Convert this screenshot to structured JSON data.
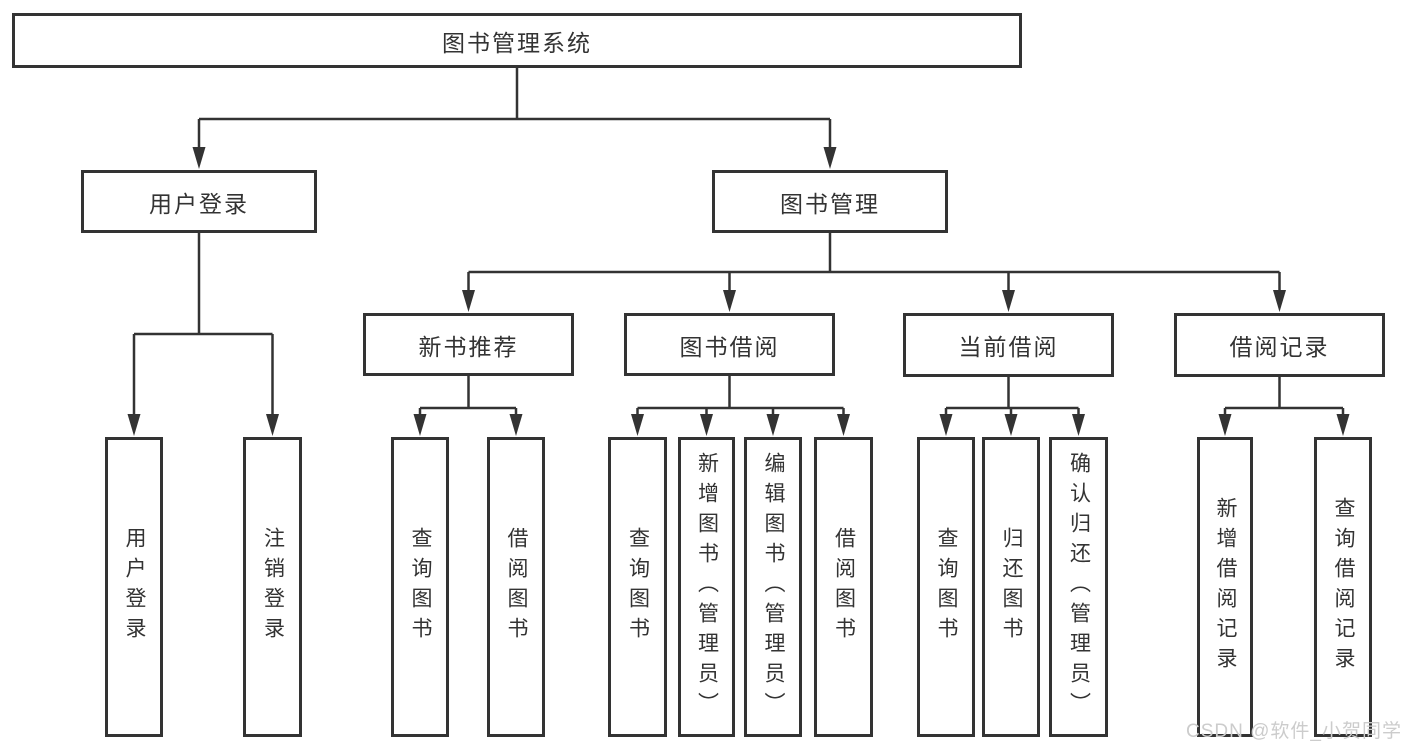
{
  "tree": {
    "root": {
      "label": "图书管理系统",
      "children": [
        {
          "label": "用户登录",
          "children": [
            {
              "label": "用户登录"
            },
            {
              "label": "注销登录"
            }
          ]
        },
        {
          "label": "图书管理",
          "children": [
            {
              "label": "新书推荐",
              "children": [
                {
                  "label": "查询图书"
                },
                {
                  "label": "借阅图书"
                }
              ]
            },
            {
              "label": "图书借阅",
              "children": [
                {
                  "label": "查询图书"
                },
                {
                  "label": "新增图书（管理员）"
                },
                {
                  "label": "编辑图书（管理员）"
                },
                {
                  "label": "借阅图书"
                }
              ]
            },
            {
              "label": "当前借阅",
              "children": [
                {
                  "label": "查询图书"
                },
                {
                  "label": "归还图书"
                },
                {
                  "label": "确认归还（管理员）"
                }
              ]
            },
            {
              "label": "借阅记录",
              "children": [
                {
                  "label": "新增借阅记录"
                },
                {
                  "label": "查询借阅记录"
                }
              ]
            }
          ]
        }
      ]
    }
  },
  "watermark": {
    "text": "CSDN @软件_小贺同学"
  },
  "colors": {
    "line": "#333333",
    "boxborder": "#333333",
    "text": "#333333",
    "bg": "#ffffff",
    "watermark": "#cccccc"
  }
}
